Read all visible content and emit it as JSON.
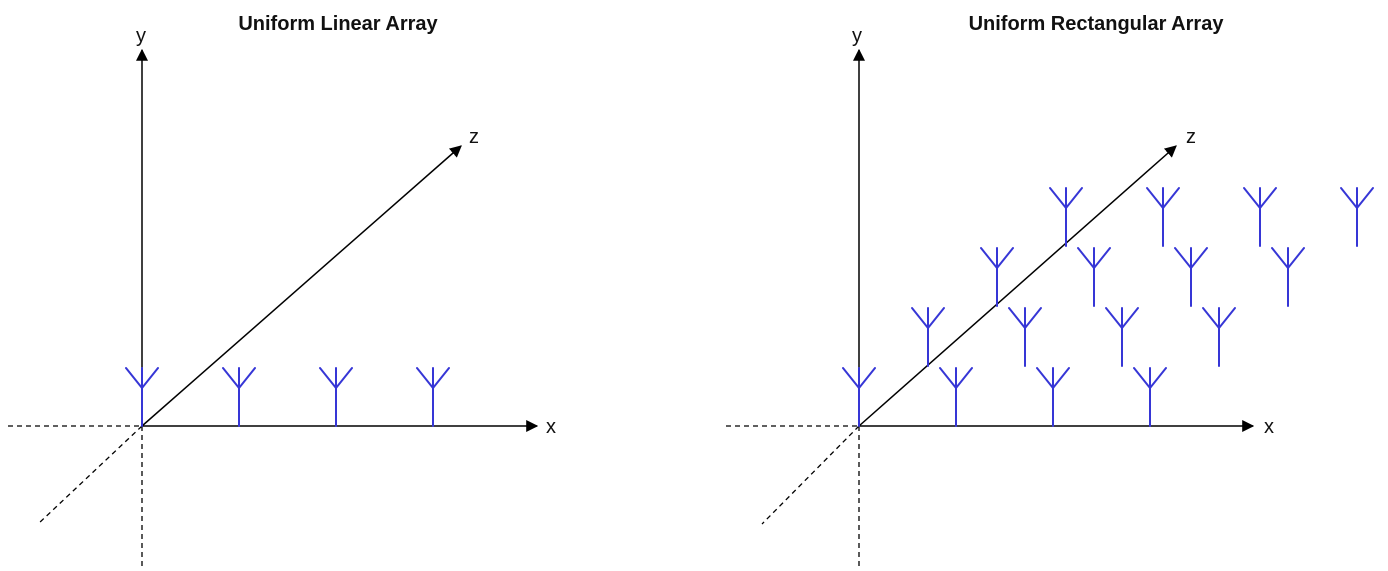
{
  "diagrams": [
    {
      "title": "Uniform Linear Array",
      "labels": {
        "x": "x",
        "y": "y",
        "z": "z"
      },
      "antenna_count": 4
    },
    {
      "title": "Uniform Rectangular Array",
      "labels": {
        "x": "x",
        "y": "y",
        "z": "z"
      },
      "antenna_count": 16
    }
  ],
  "colors": {
    "antenna": "#3636d6",
    "axis": "#000000",
    "text": "#111111"
  }
}
